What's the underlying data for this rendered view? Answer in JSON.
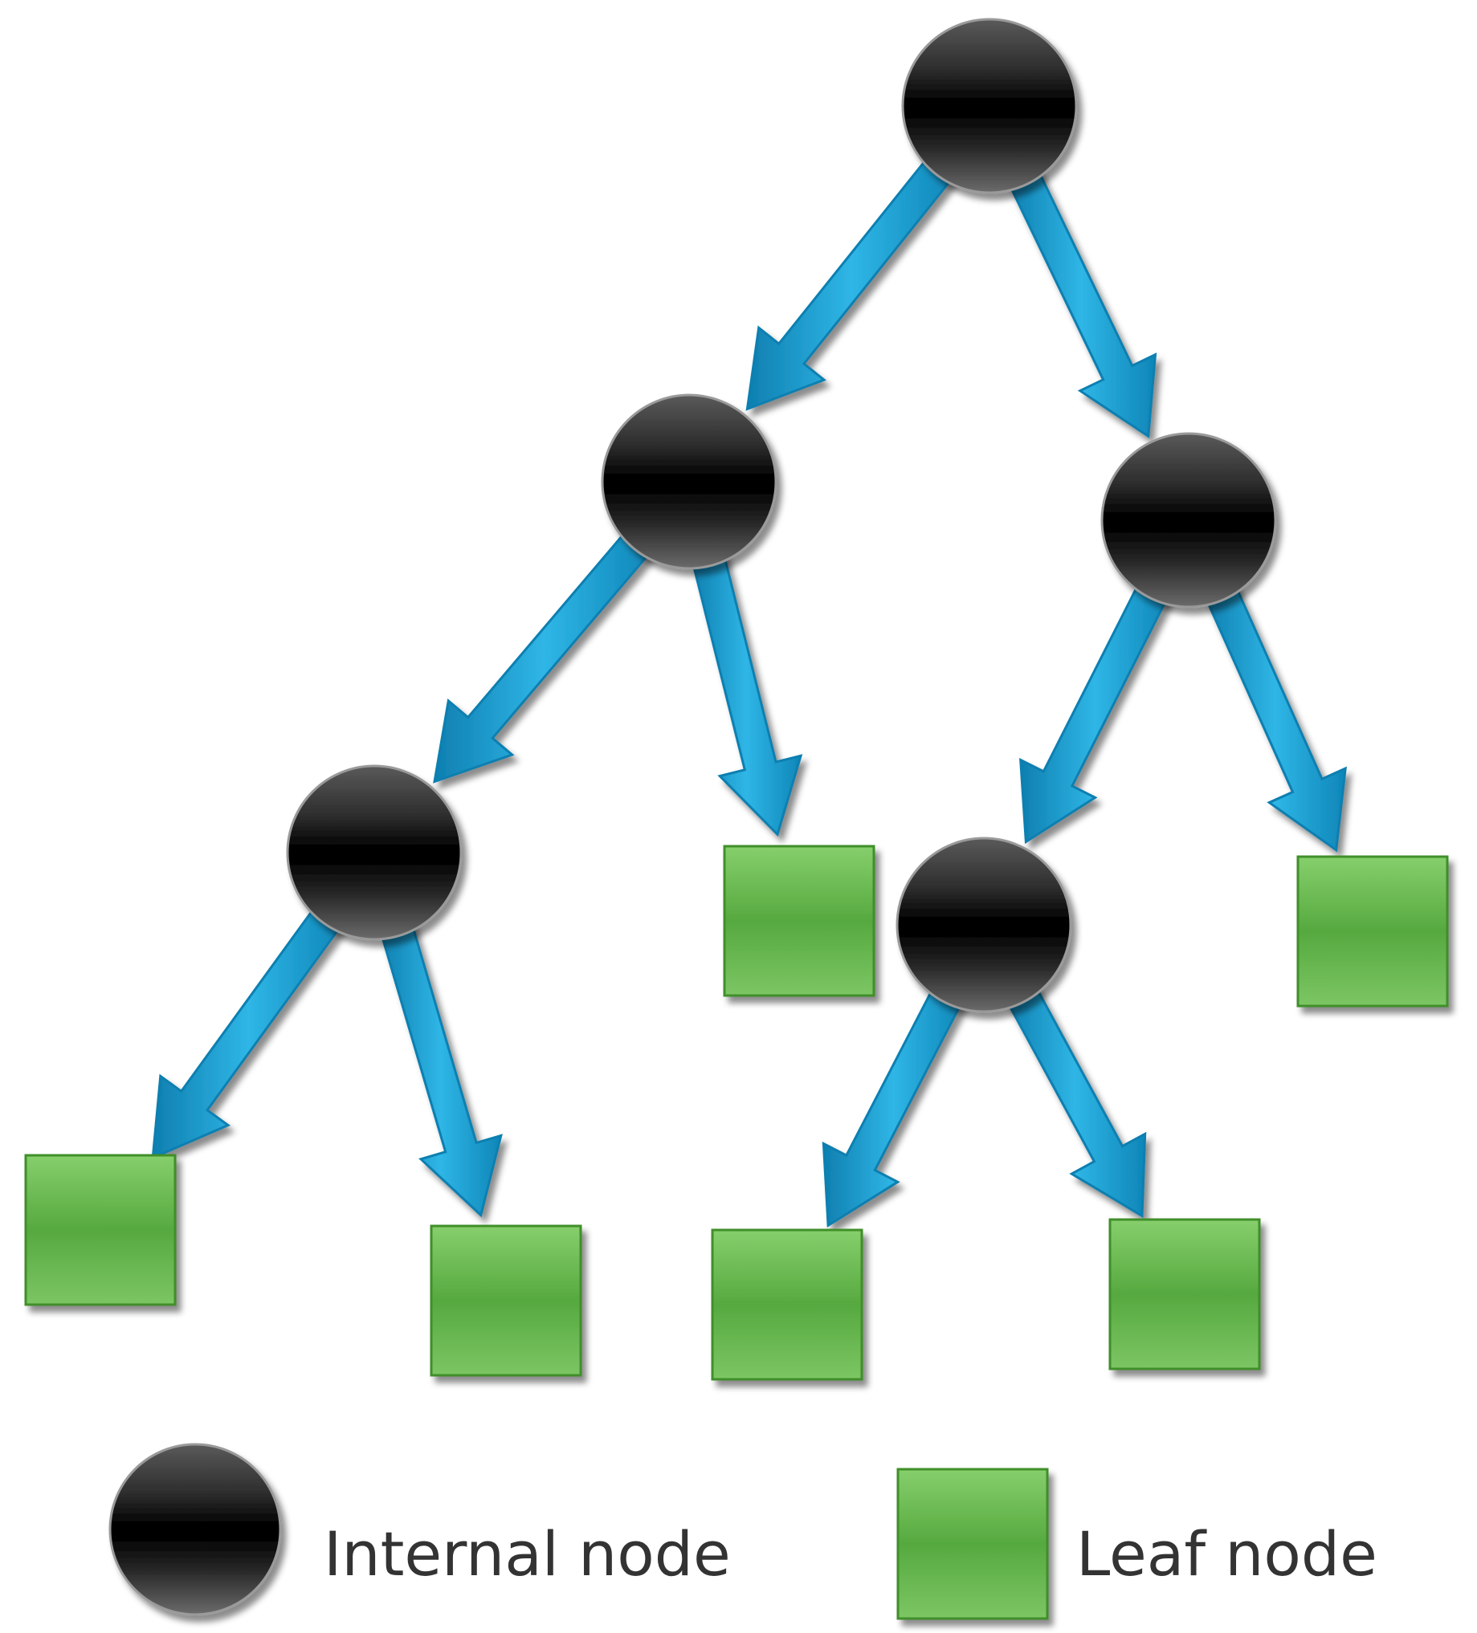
{
  "diagram": {
    "type": "binary-tree",
    "colors": {
      "arrow": "#1fa6d6",
      "arrow_dark": "#0e7fb0",
      "internal_node": "#111111",
      "leaf_node": "#5fb54a"
    },
    "nodes": [
      {
        "id": "n1",
        "kind": "internal"
      },
      {
        "id": "n2",
        "kind": "internal"
      },
      {
        "id": "n3",
        "kind": "internal"
      },
      {
        "id": "n4",
        "kind": "internal"
      },
      {
        "id": "n5",
        "kind": "internal"
      },
      {
        "id": "l1",
        "kind": "leaf"
      },
      {
        "id": "l2",
        "kind": "leaf"
      },
      {
        "id": "l3",
        "kind": "leaf"
      },
      {
        "id": "l4",
        "kind": "leaf"
      },
      {
        "id": "l5",
        "kind": "leaf"
      },
      {
        "id": "l6",
        "kind": "leaf"
      }
    ],
    "edges": [
      {
        "from": "n1",
        "to": "n2"
      },
      {
        "from": "n1",
        "to": "n3"
      },
      {
        "from": "n2",
        "to": "n4"
      },
      {
        "from": "n2",
        "to": "l1"
      },
      {
        "from": "n3",
        "to": "n5"
      },
      {
        "from": "n3",
        "to": "l2"
      },
      {
        "from": "n4",
        "to": "l3"
      },
      {
        "from": "n4",
        "to": "l4"
      },
      {
        "from": "n5",
        "to": "l5"
      },
      {
        "from": "n5",
        "to": "l6"
      }
    ]
  },
  "legend": {
    "internal_label": "Internal node",
    "leaf_label": "Leaf node"
  }
}
